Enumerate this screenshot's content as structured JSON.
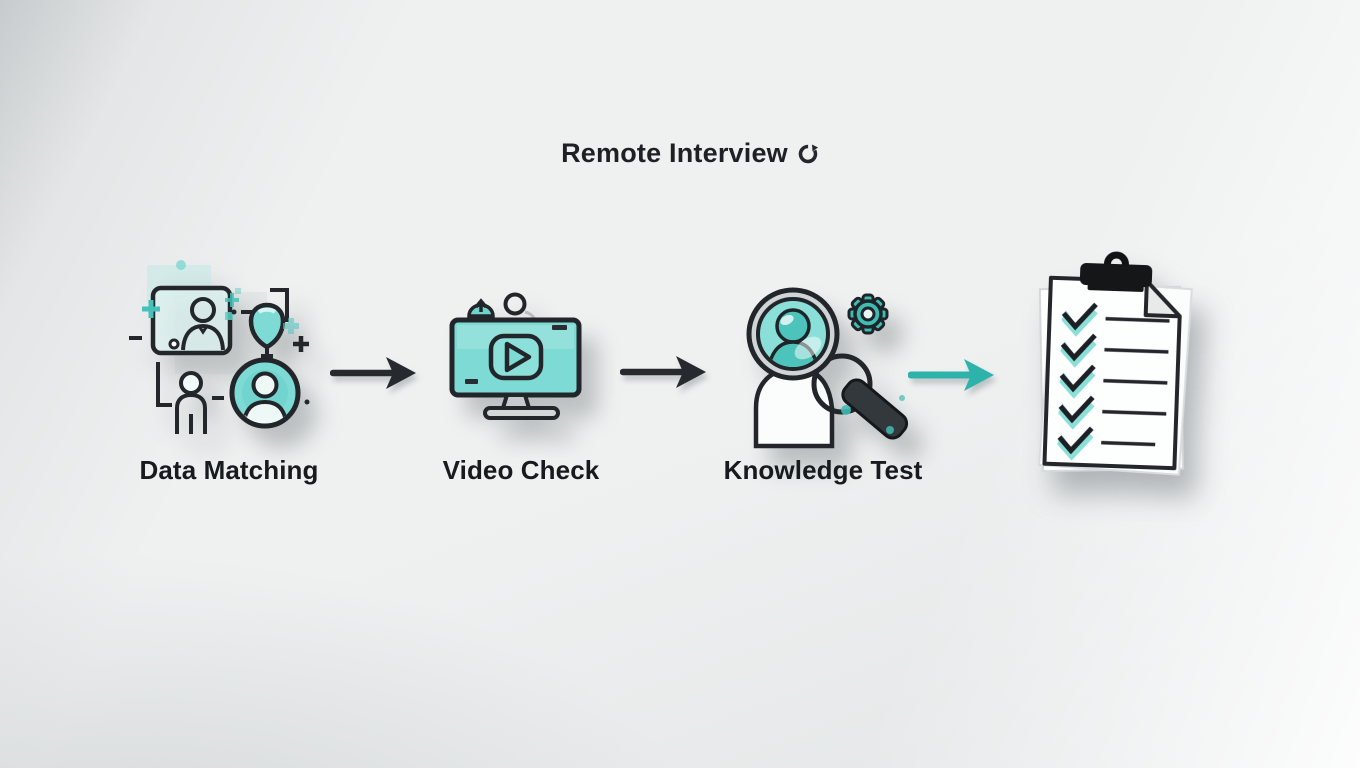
{
  "title": {
    "text": "Remote Interview",
    "icon": "sync-icon"
  },
  "steps": [
    {
      "id": "data-matching",
      "label": "Data Matching",
      "icon": "identity-match-icon"
    },
    {
      "id": "video-check",
      "label": "Video Check",
      "icon": "monitor-play-icon"
    },
    {
      "id": "knowledge-test",
      "label": "Knowledge Test",
      "icon": "magnifier-candidate-icon"
    },
    {
      "id": "result-checklist",
      "label": "",
      "icon": "clipboard-checklist-icon",
      "checklist_items": 5
    }
  ],
  "arrows": [
    {
      "from": "data-matching",
      "to": "video-check",
      "color": "#26292d"
    },
    {
      "from": "video-check",
      "to": "knowledge-test",
      "color": "#26292d"
    },
    {
      "from": "knowledge-test",
      "to": "result-checklist",
      "color": "#2eb3ab"
    }
  ],
  "colors": {
    "background": "#eff1f1",
    "teal_fill": "#7edad4",
    "teal_accent": "#35b6ae",
    "outline": "#22262a",
    "text": "#171a1e"
  }
}
